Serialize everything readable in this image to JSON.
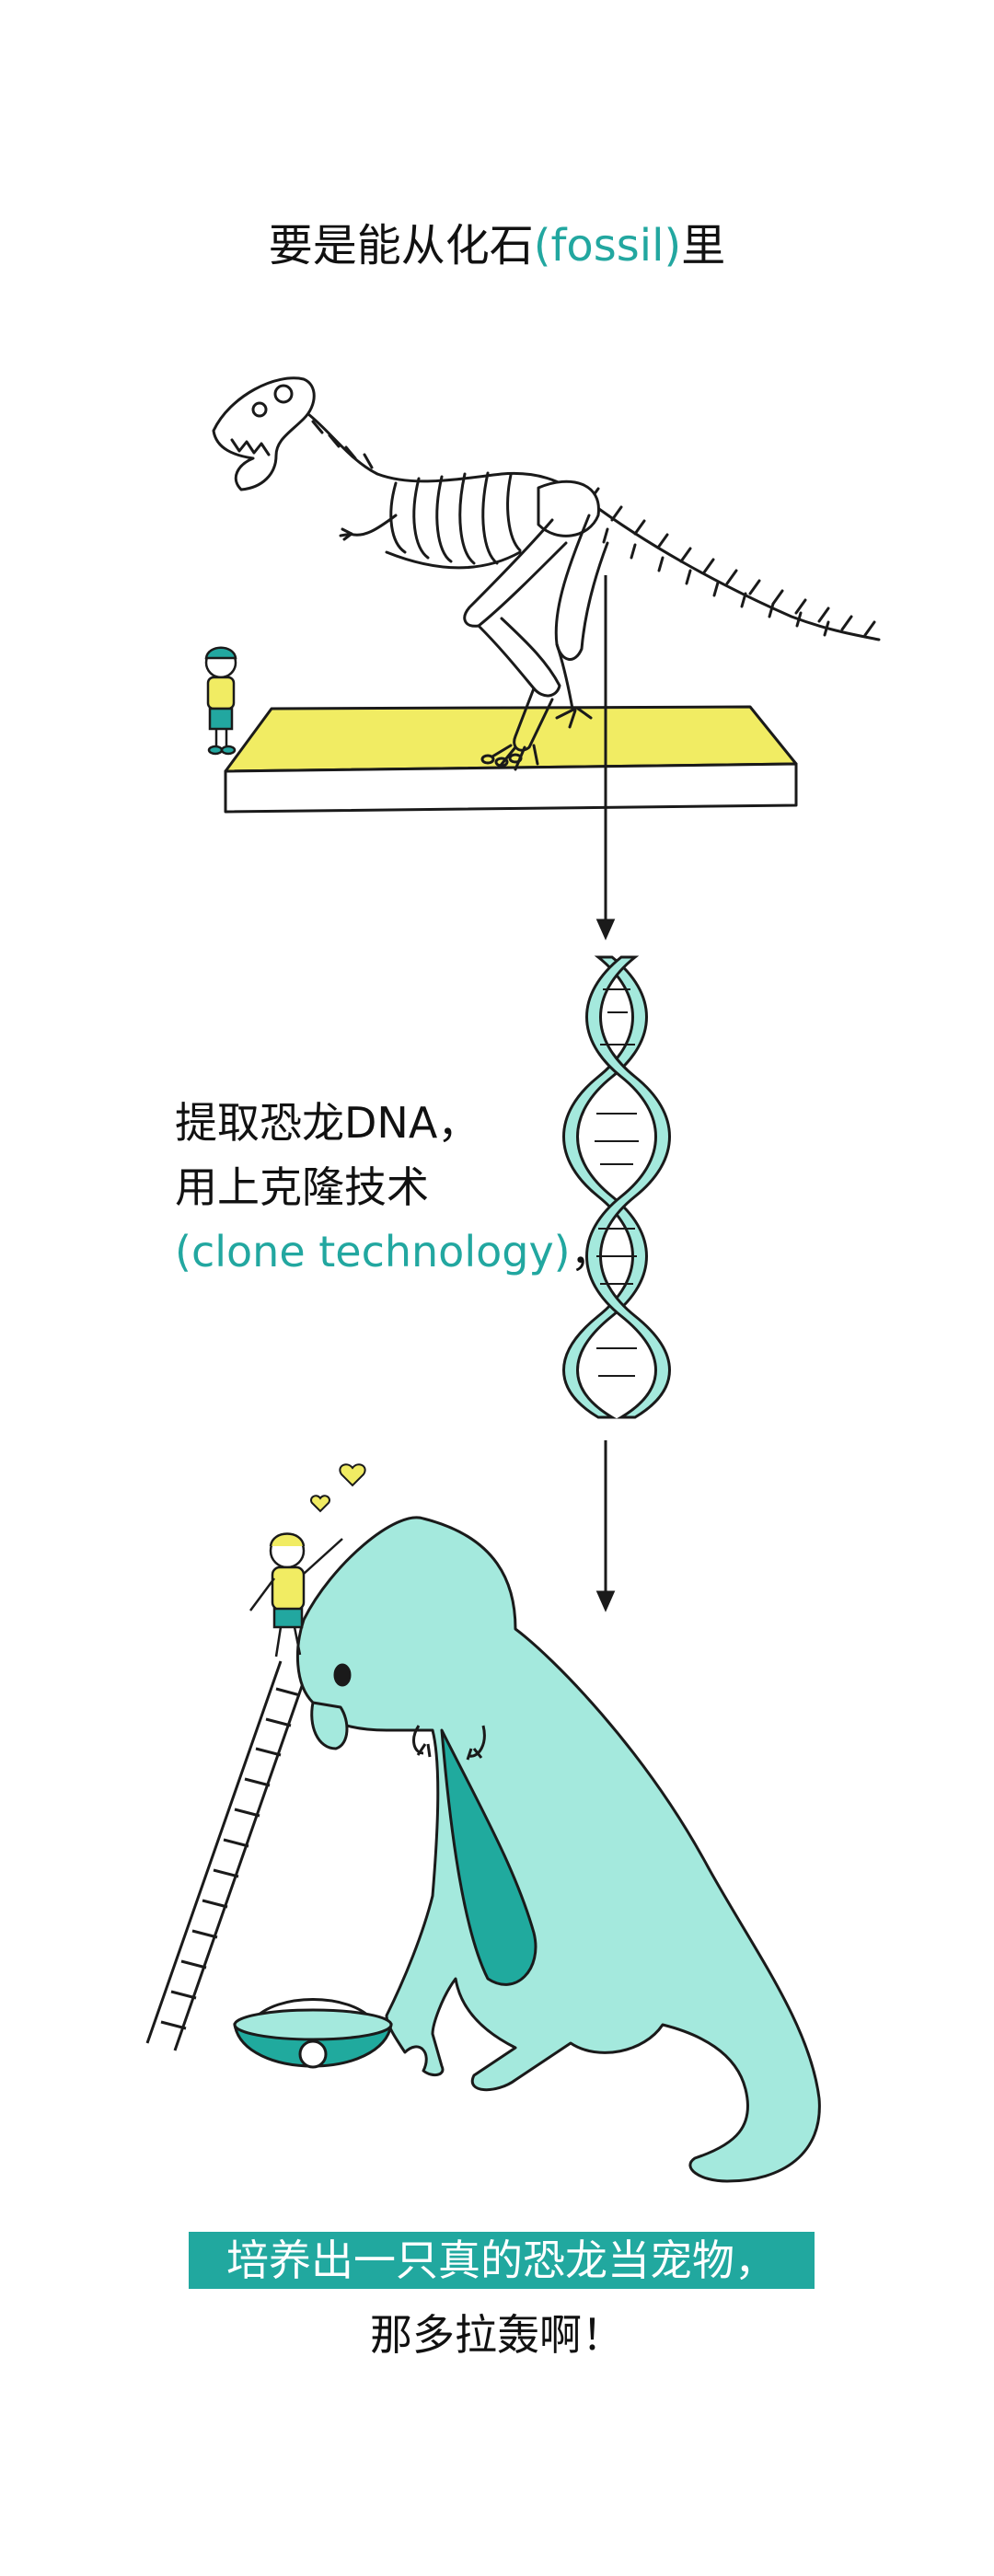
{
  "caption_top": {
    "zh": "要是能从化石",
    "en": "(fossil)",
    "zh_end": "里"
  },
  "caption_middle": {
    "line1": "提取恐龙DNA，",
    "line2": "用上克隆技术",
    "line3_en": "(clone technology)",
    "line3_punct": "，"
  },
  "caption_bottom": {
    "highlight": "培养出一只真的恐龙当宠物，",
    "line2": "那多拉轰啊！"
  },
  "colors": {
    "accent_teal": "#22a7a0",
    "banner_bg": "#21a89f",
    "dino_light": "#a4e9dd",
    "dino_belly": "#20aa9e",
    "platform_yellow": "#f1ec63",
    "outline": "#1a1a1a"
  },
  "illustrations": [
    "t-rex-skeleton",
    "museum-platform",
    "child-visitor",
    "dna-double-helix",
    "arrow-down",
    "pet-t-rex",
    "ladder",
    "girl-on-ladder",
    "heart-icon",
    "food-bowl"
  ]
}
